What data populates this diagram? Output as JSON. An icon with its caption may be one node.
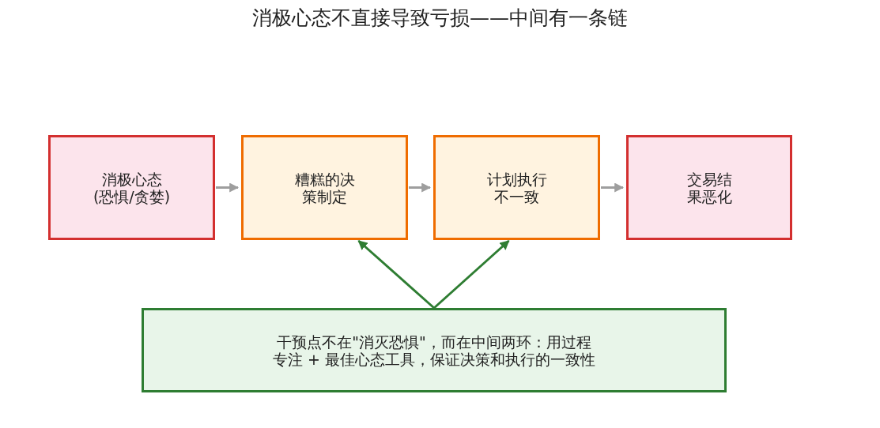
{
  "diagram": {
    "title": "消极心态不直接导致亏损——中间有一条链",
    "nodes": [
      {
        "text": [
          "消极心态(恐惧/贪婪)"
        ]
      },
      {
        "text": [
          "糟糕的决策制定"
        ]
      },
      {
        "text": [
          "计划执行不一致"
        ]
      },
      {
        "text": [
          "交易结果恶化"
        ]
      },
      {
        "text": [
          "干预点不在\"消灭恐惧\"，而在中间两环：用过程专注 + 最佳心态工具，保证决策和执行的一致性"
        ]
      }
    ],
    "edges": [
      {
        "from": 0,
        "to": 1,
        "arrow": "to"
      },
      {
        "from": 1,
        "to": 2,
        "arrow": "to"
      },
      {
        "from": 2,
        "to": 3,
        "arrow": "to"
      },
      {
        "from": 4,
        "to": 1,
        "arrow": "to",
        "color": "#2e7d32"
      },
      {
        "from": 4,
        "to": 2,
        "arrow": "to",
        "color": "#2e7d32"
      }
    ]
  }
}
